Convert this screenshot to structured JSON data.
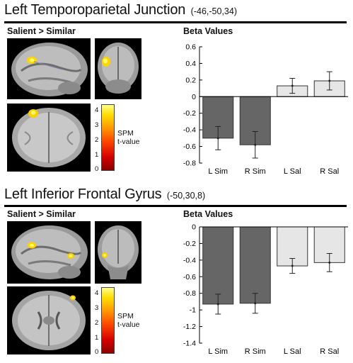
{
  "panels": [
    {
      "title": "Left Temporoparietal Junction",
      "coords": "(-46,-50,34)",
      "contrast": "Salient > Similar",
      "colorbar": {
        "label_line1": "SPM",
        "label_line2": "t-value",
        "ticks": [
          "4",
          "3",
          "2",
          "1",
          "0"
        ]
      }
    },
    {
      "title": "Left Inferior Frontal Gyrus",
      "coords": "(-50,30,8)",
      "contrast": "Salient > Similar",
      "colorbar": {
        "label_line1": "SPM",
        "label_line2": "t-value",
        "ticks": [
          "4",
          "3",
          "2",
          "1",
          "0"
        ]
      }
    }
  ],
  "chart_data": [
    {
      "type": "bar",
      "title": "Beta Values",
      "categories": [
        "L Sim",
        "R Sim",
        "L Sal",
        "R Sal"
      ],
      "values": [
        -0.5,
        -0.58,
        0.13,
        0.19
      ],
      "error": [
        0.14,
        0.16,
        0.09,
        0.11
      ],
      "ylim": [
        -0.8,
        0.6
      ],
      "yticks": [
        0.6,
        0.4,
        0.2,
        0,
        -0.2,
        -0.4,
        -0.6,
        -0.8
      ],
      "ytick_labels": [
        "0.6",
        "0.4",
        "0.2",
        "0",
        "-0.2",
        "-0.4",
        "-0.6",
        "-0.8"
      ],
      "bar_colors": [
        "#666666",
        "#666666",
        "#e6e6e6",
        "#e6e6e6"
      ],
      "grid": false
    },
    {
      "type": "bar",
      "title": "Beta Values",
      "categories": [
        "L Sim",
        "R Sim",
        "L Sal",
        "R Sal"
      ],
      "values": [
        -0.93,
        -0.92,
        -0.47,
        -0.43
      ],
      "error": [
        0.12,
        0.12,
        0.09,
        0.11
      ],
      "ylim": [
        -1.4,
        0
      ],
      "yticks": [
        0,
        -0.2,
        -0.4,
        -0.6,
        -0.8,
        -1,
        -1.2,
        -1.4
      ],
      "ytick_labels": [
        "0",
        "-0.2",
        "-0.4",
        "-0.6",
        "-0.8",
        "-1",
        "-1.2",
        "-1.4"
      ],
      "bar_colors": [
        "#666666",
        "#666666",
        "#e6e6e6",
        "#e6e6e6"
      ],
      "grid": false
    }
  ]
}
